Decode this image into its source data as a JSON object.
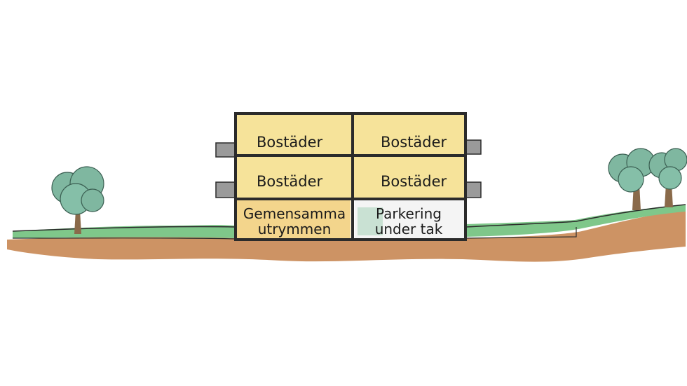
{
  "section": {
    "floors": [
      {
        "left": "Bostäder",
        "right": "Bostäder"
      },
      {
        "left": "Bostäder",
        "right": "Bostäder"
      }
    ],
    "ground_floor": {
      "left": "Gemensamma utrymmen",
      "left_line1": "Gemensamma",
      "left_line2": "utrymmen",
      "right": "Parkering under tak",
      "right_line1": "Parkering",
      "right_line2": "under tak"
    }
  },
  "colors": {
    "dwelling_fill": "#f6e39a",
    "common_fill": "#f3d58c",
    "parking_fill": "#f4f4f4",
    "wall": "#2b2b2b",
    "grass": "#7fc78a",
    "soil": "#c98a57",
    "tree_crown": "#7fb7a0",
    "tree_trunk": "#8a6a4a",
    "balcony": "#9a9a9a"
  },
  "icons": [
    "tree-icon",
    "tree-icon",
    "tree-icon"
  ]
}
